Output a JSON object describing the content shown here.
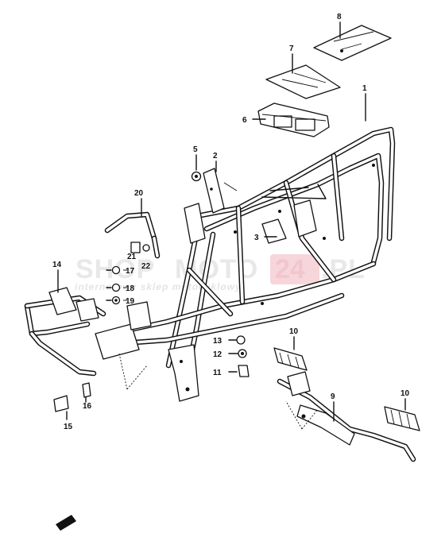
{
  "watermark": {
    "brand_left": "SHOP",
    "brand_middle": "MOTO",
    "brand_accent": "24",
    "brand_right": ".PL",
    "tagline": "internetowy sklep motocyklowy"
  },
  "callouts": [
    {
      "id": "1",
      "label": "1"
    },
    {
      "id": "2",
      "label": "2"
    },
    {
      "id": "3",
      "label": "3"
    },
    {
      "id": "5",
      "label": "5"
    },
    {
      "id": "6",
      "label": "6"
    },
    {
      "id": "7",
      "label": "7"
    },
    {
      "id": "8",
      "label": "8"
    },
    {
      "id": "9",
      "label": "9"
    },
    {
      "id": "10a",
      "label": "10"
    },
    {
      "id": "10b",
      "label": "10"
    },
    {
      "id": "11",
      "label": "11"
    },
    {
      "id": "12",
      "label": "12"
    },
    {
      "id": "13",
      "label": "13"
    },
    {
      "id": "14",
      "label": "14"
    },
    {
      "id": "15",
      "label": "15"
    },
    {
      "id": "16",
      "label": "16"
    },
    {
      "id": "17",
      "label": "17"
    },
    {
      "id": "18",
      "label": "18"
    },
    {
      "id": "19",
      "label": "19"
    },
    {
      "id": "20",
      "label": "20"
    },
    {
      "id": "21",
      "label": "21"
    },
    {
      "id": "22",
      "label": "22"
    }
  ]
}
